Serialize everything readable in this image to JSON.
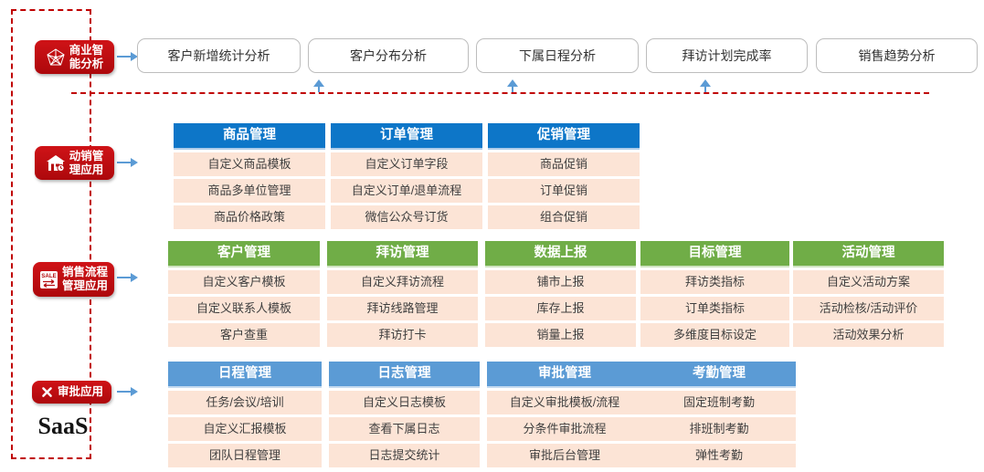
{
  "brand": {
    "saas_label": "SaaS"
  },
  "colors": {
    "accent_red": "#c00000",
    "header_blue": "#0d76c8",
    "header_green": "#70ad47",
    "header_lightblue": "#5b9bd5",
    "cell_bg": "#fce4d6",
    "arrow_blue": "#5b9bd5"
  },
  "sidebar": {
    "labels": [
      {
        "id": "bi-analysis",
        "icon": "network-icon",
        "lines": [
          "商业智",
          "能分析"
        ]
      },
      {
        "id": "sales-movement",
        "icon": "store-icon",
        "lines": [
          "动销管",
          "理应用"
        ]
      },
      {
        "id": "sales-process",
        "icon": "sale-sliders-icon",
        "lines": [
          "销售流程",
          "管理应用"
        ]
      },
      {
        "id": "approval-app",
        "icon": "crossed-tools-icon",
        "lines": [
          "审批应用"
        ]
      }
    ]
  },
  "top_row": [
    "客户新增统计分析",
    "客户分布分析",
    "下属日程分析",
    "拜访计划完成率",
    "销售趋势分析"
  ],
  "groups": [
    {
      "theme": "blue",
      "tables": [
        {
          "header": "商品管理",
          "rows": [
            "自定义商品模板",
            "商品多单位管理",
            "商品价格政策"
          ]
        },
        {
          "header": "订单管理",
          "rows": [
            "自定义订单字段",
            "自定义订单/退单流程",
            "微信公众号订货"
          ]
        },
        {
          "header": "促销管理",
          "rows": [
            "商品促销",
            "订单促销",
            "组合促销"
          ]
        }
      ]
    },
    {
      "theme": "green",
      "tables": [
        {
          "header": "客户管理",
          "rows": [
            "自定义客户模板",
            "自定义联系人模板",
            "客户查重"
          ]
        },
        {
          "header": "拜访管理",
          "rows": [
            "自定义拜访流程",
            "拜访线路管理",
            "拜访打卡"
          ]
        },
        {
          "header": "数据上报",
          "rows": [
            "铺市上报",
            "库存上报",
            "销量上报"
          ]
        },
        {
          "header": "目标管理",
          "rows": [
            "拜访类指标",
            "订单类指标",
            "多维度目标设定"
          ]
        },
        {
          "header": "活动管理",
          "rows": [
            "自定义活动方案",
            "活动检核/活动评价",
            "活动效果分析"
          ]
        }
      ]
    },
    {
      "theme": "lightblue",
      "tables": [
        {
          "header": "日程管理",
          "rows": [
            "任务/会议/培训",
            "自定义汇报模板",
            "团队日程管理"
          ]
        },
        {
          "header": "日志管理",
          "rows": [
            "自定义日志模板",
            "查看下属日志",
            "日志提交统计"
          ]
        },
        {
          "header": "审批管理",
          "rows": [
            "自定义审批模板/流程",
            "分条件审批流程",
            "审批后台管理"
          ]
        },
        {
          "header": "考勤管理",
          "rows": [
            "固定班制考勤",
            "排班制考勤",
            "弹性考勤"
          ]
        }
      ]
    }
  ]
}
